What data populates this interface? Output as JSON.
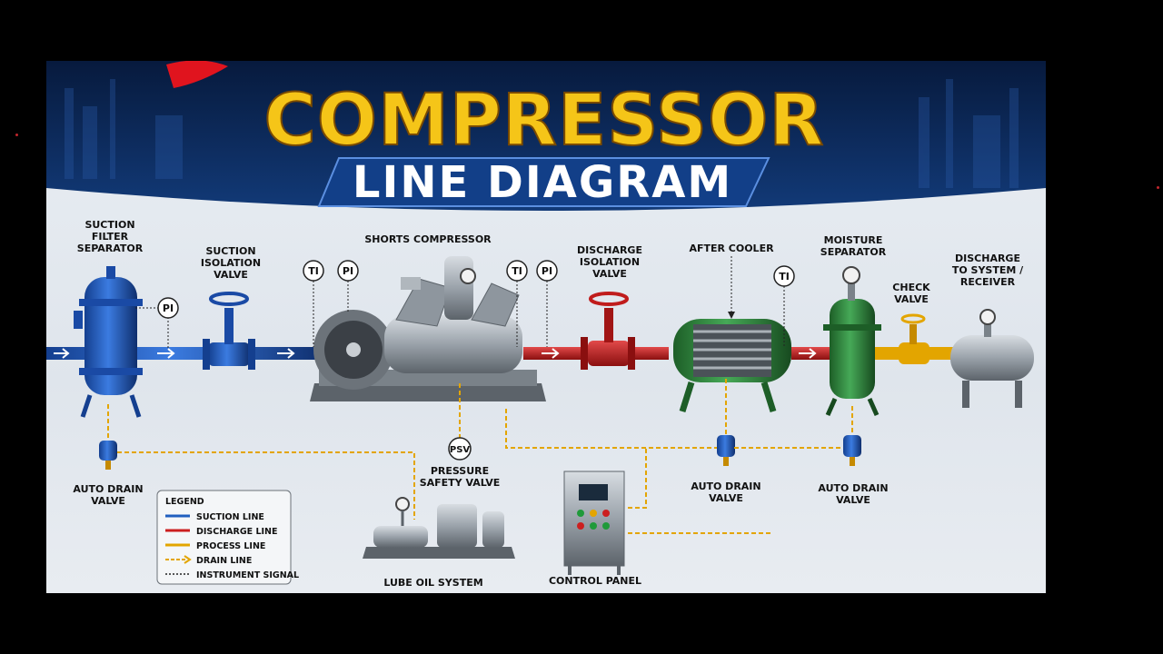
{
  "title": {
    "main": "COMPRESSOR",
    "sub": "LINE DIAGRAM"
  },
  "labels": {
    "suction_filter": [
      "SUCTION",
      "FILTER",
      "SEPARATOR"
    ],
    "suction_isolation": [
      "SUCTION",
      "ISOLATION",
      "VALVE"
    ],
    "compressor": [
      "SHORTS COMPRESSOR"
    ],
    "discharge_isolation": [
      "DISCHARGE",
      "ISOLATION",
      "VALVE"
    ],
    "after_cooler": [
      "AFTER COOLER"
    ],
    "moisture_separator": [
      "MOISTURE",
      "SEPARATOR"
    ],
    "check_valve": [
      "CHECK",
      "VALVE"
    ],
    "receiver": [
      "DISCHARGE",
      "TO SYSTEM /",
      "RECEIVER"
    ],
    "auto_drain_1": [
      "AUTO DRAIN",
      "VALVE"
    ],
    "auto_drain_2": [
      "AUTO DRAIN",
      "VALVE"
    ],
    "auto_drain_3": [
      "AUTO DRAIN",
      "VALVE"
    ],
    "psv": [
      "PRESSURE",
      "SAFETY VALVE"
    ],
    "lube_oil": [
      "LUBE OIL SYSTEM"
    ],
    "control_panel": [
      "CONTROL PANEL"
    ]
  },
  "instruments": {
    "pi_suction": "PI",
    "ti_inlet": "TI",
    "pi_inlet": "PI",
    "ti_outlet": "TI",
    "pi_outlet": "PI",
    "ti_cooler": "TI",
    "psv": "PSV"
  },
  "legend": {
    "title": "LEGEND",
    "items": [
      {
        "label": "SUCTION LINE",
        "color": "#1f5fbf",
        "style": "solid"
      },
      {
        "label": "DISCHARGE LINE",
        "color": "#cc1f1f",
        "style": "solid"
      },
      {
        "label": "PROCESS LINE",
        "color": "#e3a500",
        "style": "solid"
      },
      {
        "label": "DRAIN LINE",
        "color": "#e3a500",
        "style": "dashed-arrow"
      },
      {
        "label": "INSTRUMENT SIGNAL",
        "color": "#222222",
        "style": "dotted"
      }
    ]
  },
  "colors": {
    "suction": "#1f5fbf",
    "discharge": "#cc1f1f",
    "process": "#e3a500",
    "cooler": "#2e8b3a",
    "equipment": "#8e969e",
    "banner": "#0b2a5c",
    "title": "#f5c518"
  }
}
